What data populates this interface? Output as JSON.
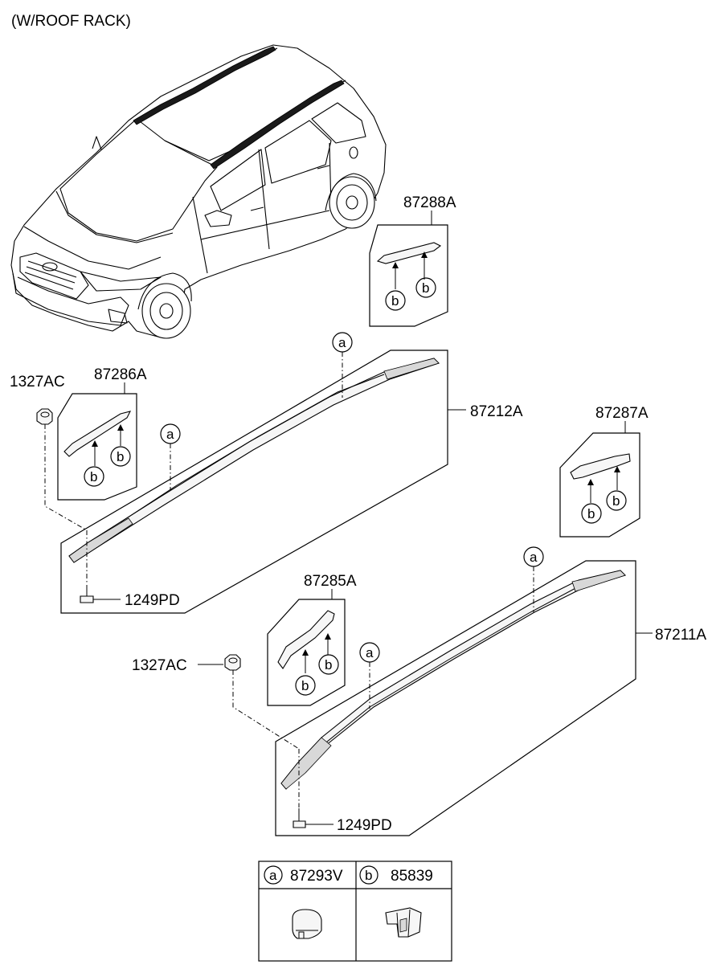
{
  "title": "(W/ROOF RACK)",
  "parts": {
    "p87288A": "87288A",
    "p87286A": "87286A",
    "p87212A": "87212A",
    "p87287A": "87287A",
    "p87285A": "87285A",
    "p87211A": "87211A",
    "p1327AC_top": "1327AC",
    "p1327AC_bottom": "1327AC",
    "p1249PD_top": "1249PD",
    "p1249PD_bottom": "1249PD"
  },
  "callouts": {
    "a": "a",
    "b": "b"
  },
  "legend": {
    "a_letter": "a",
    "a_part": "87293V",
    "b_letter": "b",
    "b_part": "85839"
  }
}
